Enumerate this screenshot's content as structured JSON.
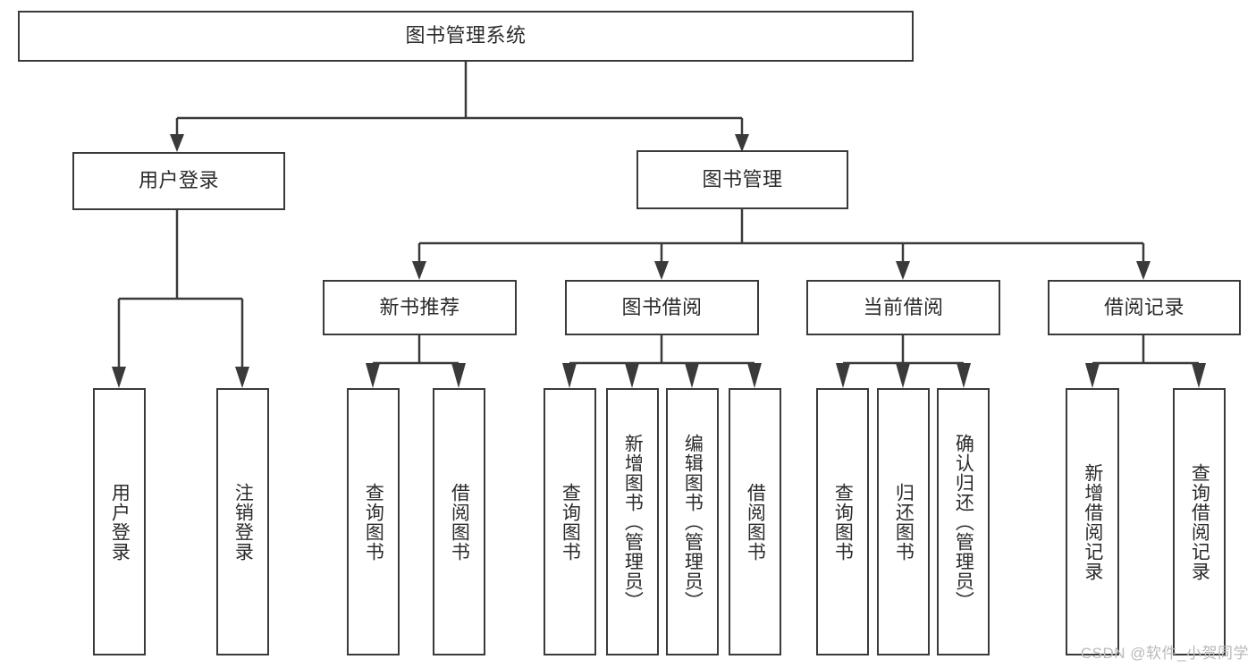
{
  "diagram": {
    "title": "图书管理系统",
    "root": {
      "label": "图书管理系统"
    },
    "level2": [
      {
        "label": "用户登录"
      },
      {
        "label": "图书管理"
      }
    ],
    "level3": [
      {
        "label": "新书推荐"
      },
      {
        "label": "图书借阅"
      },
      {
        "label": "当前借阅"
      },
      {
        "label": "借阅记录"
      }
    ],
    "leaves": [
      {
        "label": "用户登录"
      },
      {
        "label": "注销登录"
      },
      {
        "label": "查询图书"
      },
      {
        "label": "借阅图书"
      },
      {
        "label": "查询图书"
      },
      {
        "label": "新增图书（管理员）"
      },
      {
        "label": "编辑图书（管理员）"
      },
      {
        "label": "借阅图书"
      },
      {
        "label": "查询图书"
      },
      {
        "label": "归还图书"
      },
      {
        "label": "确认归还（管理员）"
      },
      {
        "label": "新增借阅记录"
      },
      {
        "label": "查询借阅记录"
      }
    ]
  },
  "watermark": {
    "text": "CSDN @软件_小贺同学"
  },
  "colors": {
    "stroke": "#3a3a3a",
    "text": "#2b2b2b",
    "background": "#ffffff",
    "watermark": "#b9b9b9"
  }
}
